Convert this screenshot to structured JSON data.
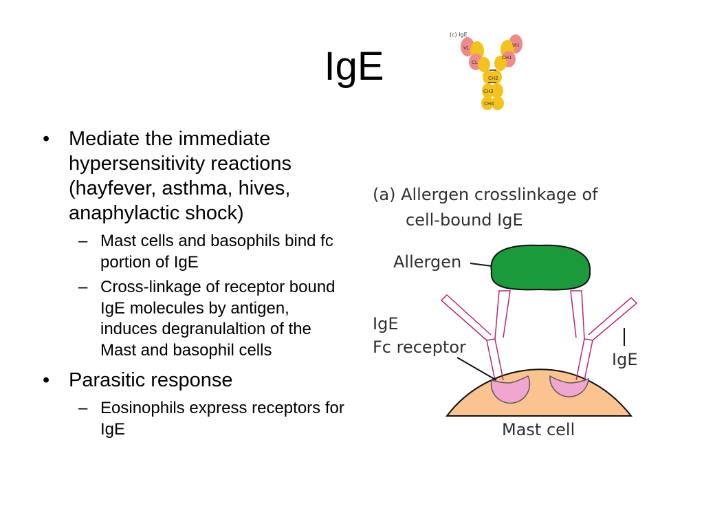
{
  "slide": {
    "title": "IgE",
    "bullets": [
      {
        "text": "Mediate the immediate hypersensitivity reactions (hayfever, asthma, hives, anaphylactic shock)",
        "subs": [
          "Mast cells and basophils bind fc portion of IgE",
          "Cross-linkage of receptor bound IgE molecules by antigen, induces degranulaltion of the Mast and basophil cells"
        ]
      },
      {
        "text": "Parasitic response",
        "subs": [
          "Eosinophils express receptors for IgE"
        ]
      }
    ]
  },
  "molecule": {
    "caption": "(c) IgE",
    "labels": [
      "VL",
      "VH",
      "CL",
      "CH1",
      "CH2",
      "CH3",
      "CH4"
    ]
  },
  "diagram": {
    "caption_line1": "(a)  Allergen crosslinkage of",
    "caption_line2": "cell-bound IgE",
    "allergen_label": "Allergen",
    "ige_fc_label_line1": "IgE",
    "ige_fc_label_line2": "Fc receptor",
    "ige_label": "IgE",
    "mast_cell_label": "Mast cell",
    "colors": {
      "allergen": "#1a9a3b",
      "receptor": "#f0a6cf",
      "mast_cell": "#fbc38f",
      "antibody": "#b5247a",
      "molecule_heavy": "#f4c21d",
      "molecule_light": "#ef8a8a"
    }
  }
}
